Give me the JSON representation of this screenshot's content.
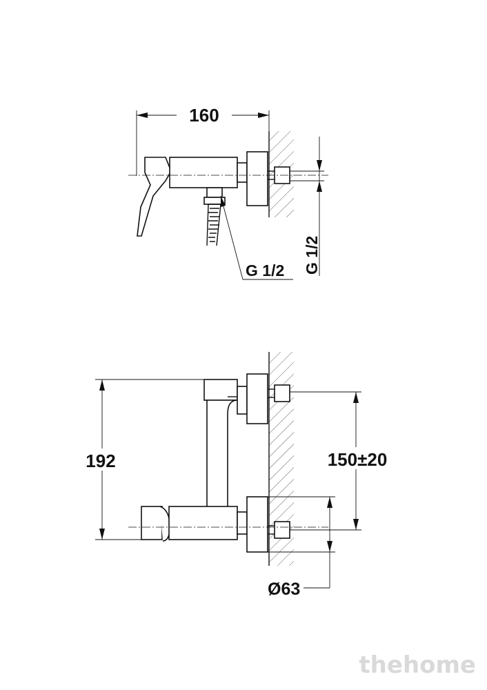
{
  "dimensions": {
    "width_top": "160",
    "thread_side": "G 1/2",
    "thread_inlet": "G 1/2",
    "height_total": "192",
    "center_distance": "150±20",
    "diameter": "Ø63"
  },
  "watermark": "thehome"
}
